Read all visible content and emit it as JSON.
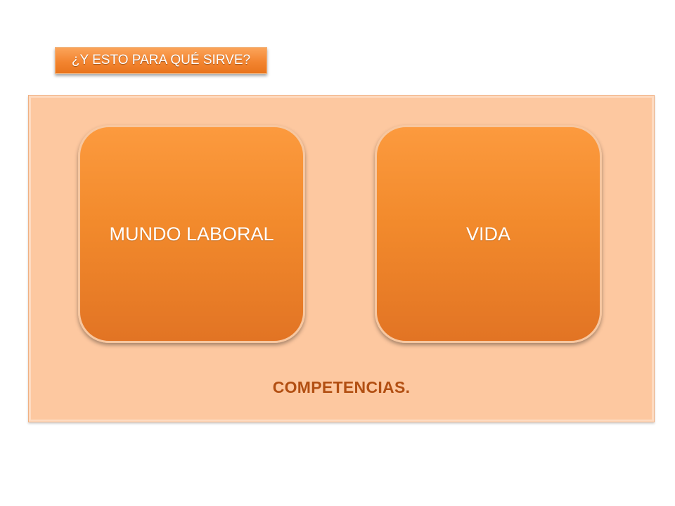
{
  "header": {
    "title": "¿Y ESTO PARA QUÉ SIRVE?"
  },
  "panel": {
    "boxes": [
      {
        "label": "MUNDO LABORAL"
      },
      {
        "label": "VIDA"
      }
    ],
    "caption": "COMPETENCIAS."
  },
  "colors": {
    "accent_orange": "#f28a2c",
    "panel_background": "#fdc8a0",
    "caption_text": "#b24f12"
  }
}
